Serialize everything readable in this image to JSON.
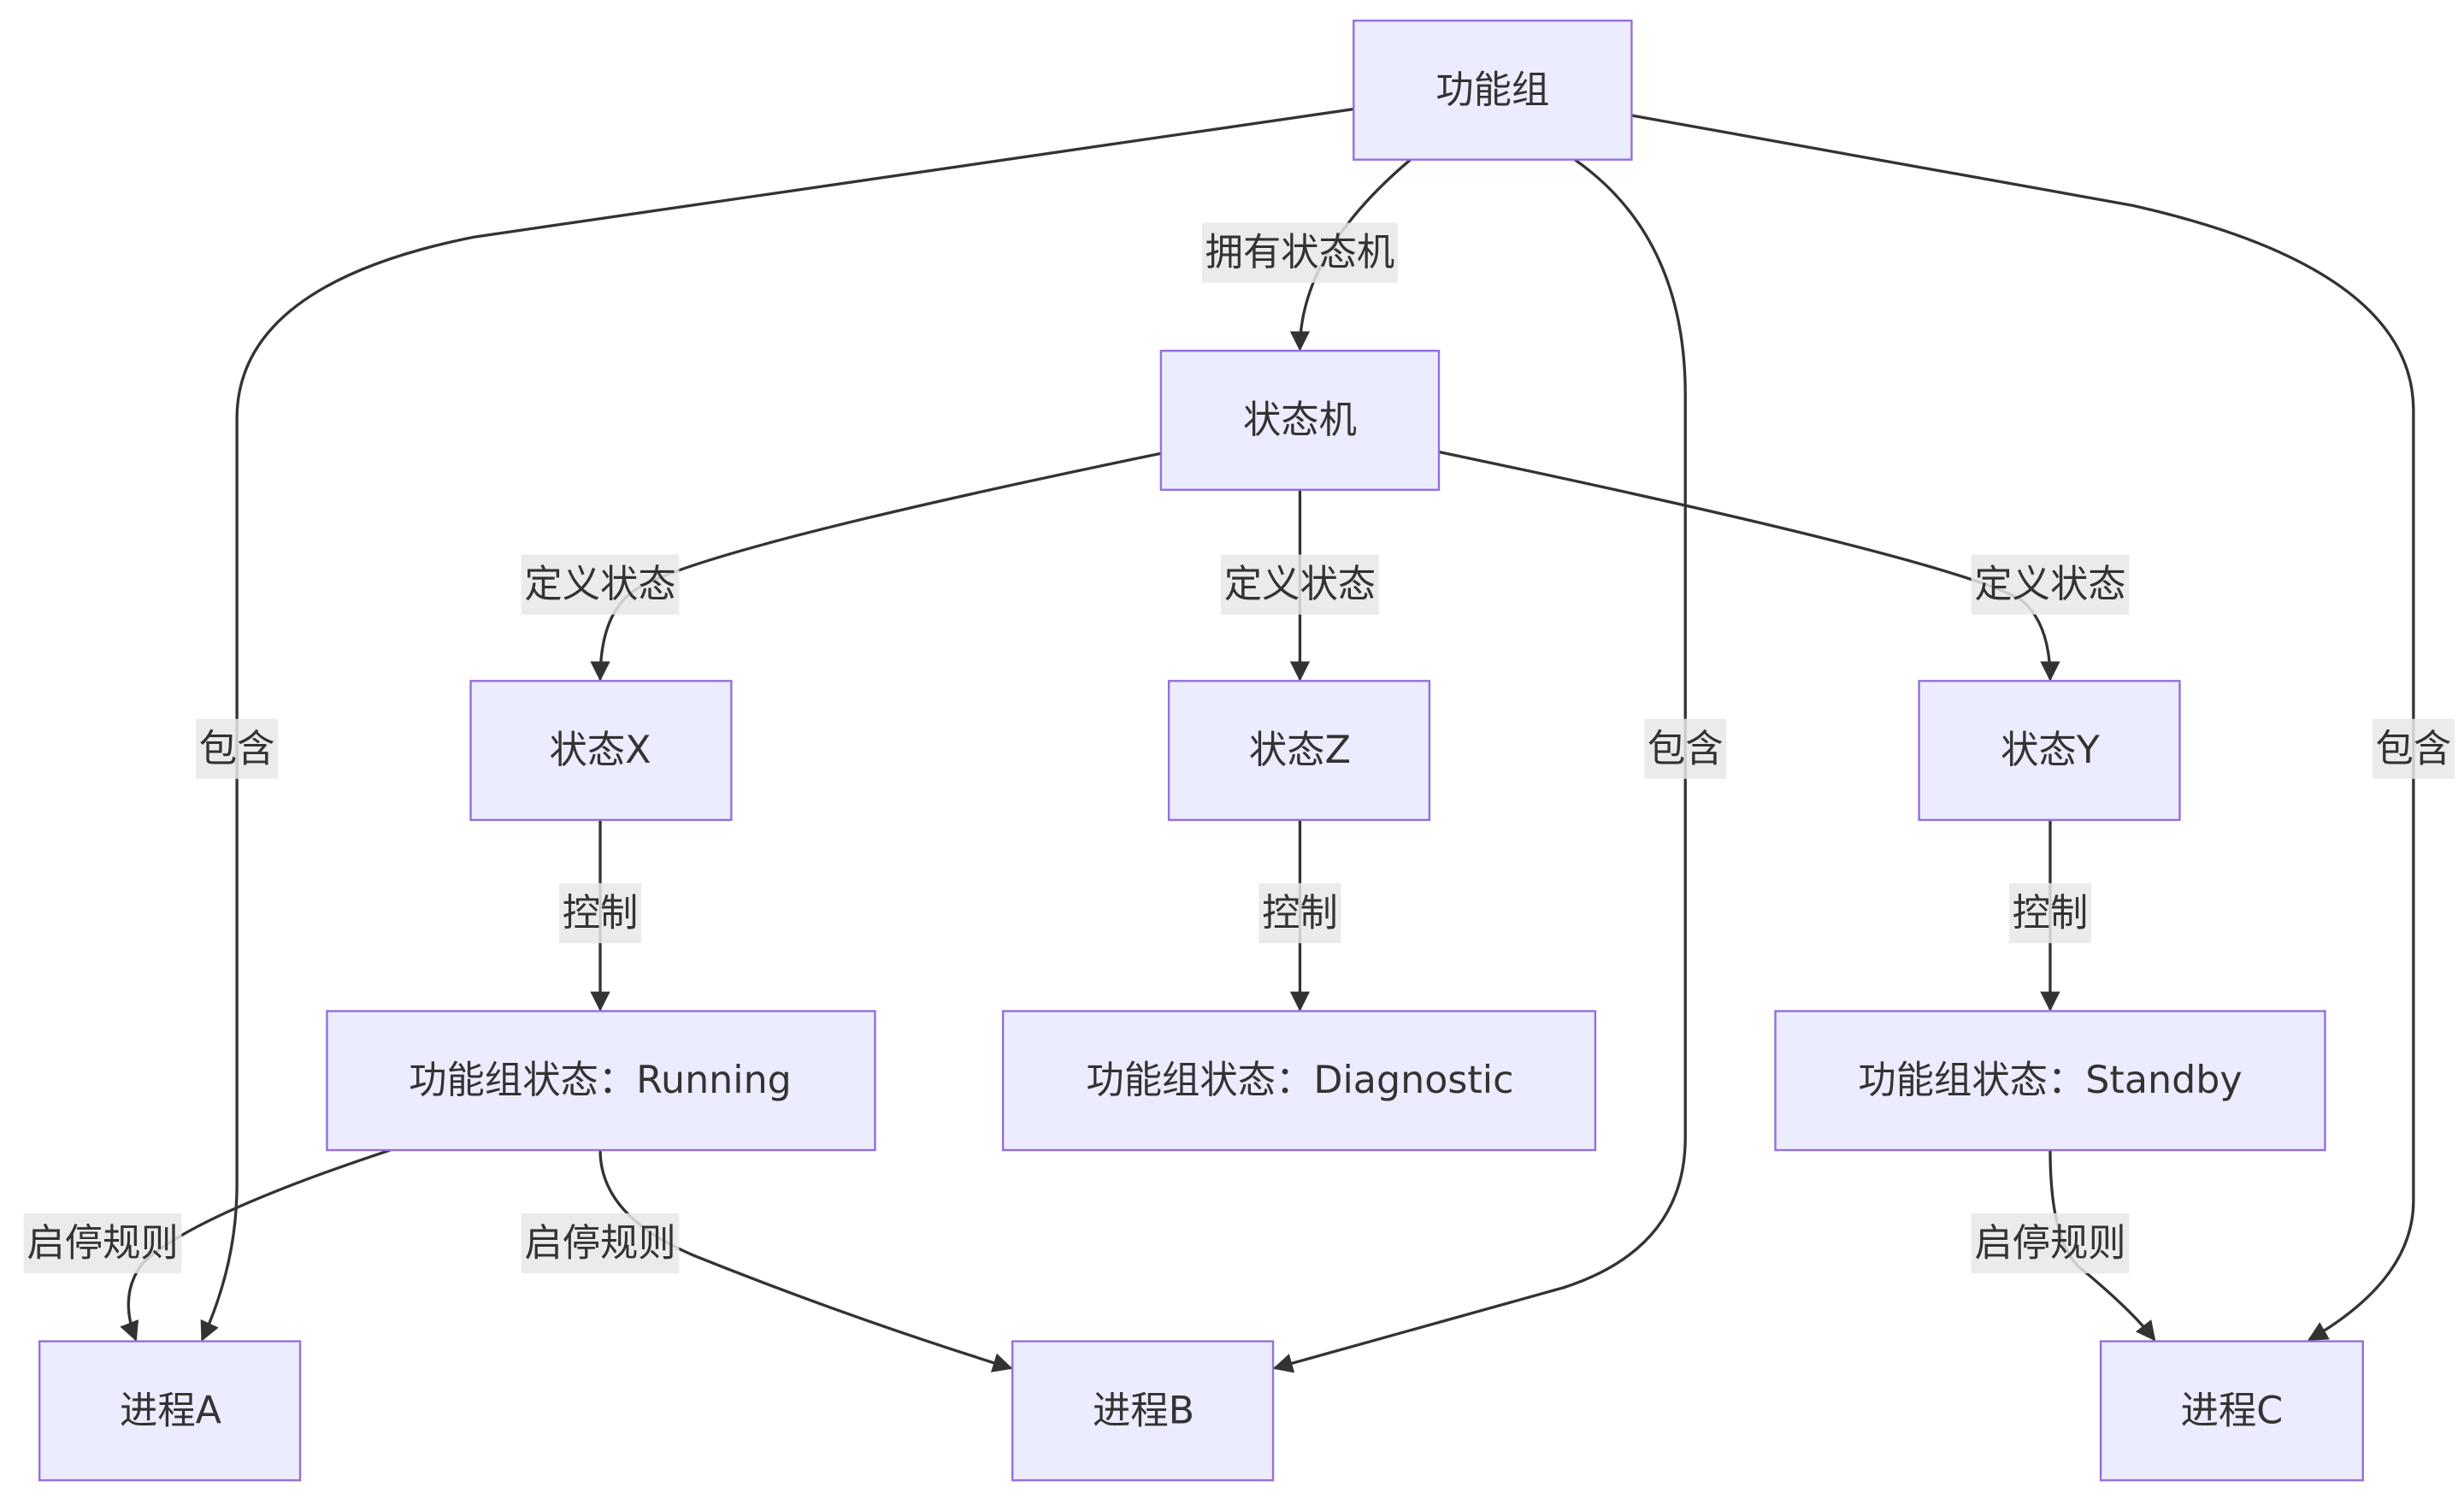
{
  "nodes": {
    "group": "功能组",
    "sm": "状态机",
    "sx": "状态X",
    "sz": "状态Z",
    "sy": "状态Y",
    "running": "功能组状态：Running",
    "diagnostic": "功能组状态：Diagnostic",
    "standby": "功能组状态：Standby",
    "pa": "进程A",
    "pb": "进程B",
    "pc": "进程C"
  },
  "edges": {
    "group_pa": "包含",
    "group_sm": "拥有状态机",
    "group_pb": "包含",
    "group_pc": "包含",
    "sm_sx": "定义状态",
    "sm_sz": "定义状态",
    "sm_sy": "定义状态",
    "sx_running": "控制",
    "sz_diagnostic": "控制",
    "sy_standby": "控制",
    "running_pa": "启停规则",
    "running_pb": "启停规则",
    "standby_pc": "启停规则"
  },
  "colors": {
    "node_fill": "#ececff",
    "node_stroke": "#9370db",
    "edge": "#333333",
    "label_bg": "#e8e8e8"
  }
}
